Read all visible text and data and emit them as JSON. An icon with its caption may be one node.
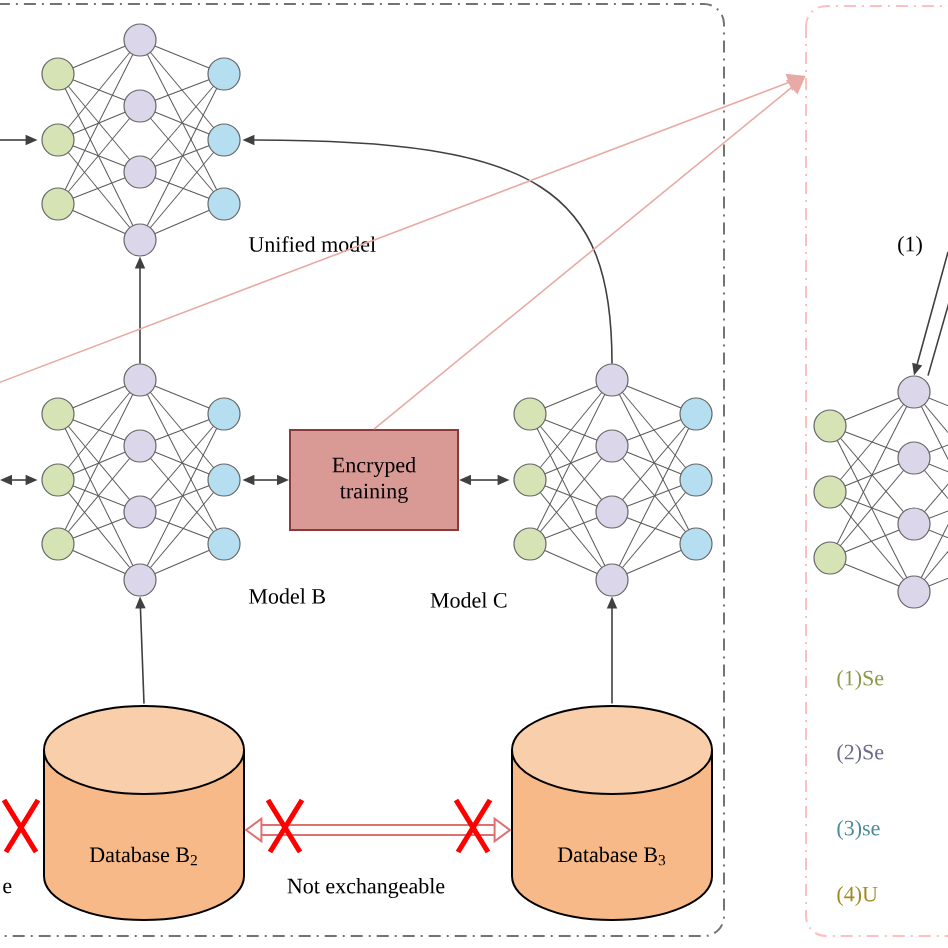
{
  "diagram": {
    "nodes": [
      {
        "text": [],
        "shape": "box"
      },
      {
        "text": [],
        "shape": "network",
        "in": 0,
        "beside": [
          "Unified model"
        ]
      },
      {
        "text": [],
        "shape": "network",
        "in": 0,
        "beside": [
          "Model B"
        ]
      },
      {
        "text": [
          "Encryped training"
        ],
        "in": 0
      },
      {
        "text": [],
        "shape": "network",
        "in": 0,
        "beside": [
          "Model C"
        ]
      },
      {
        "text": [
          "Database B$_{2}$"
        ],
        "in": 0
      },
      {
        "text": [
          "Database B$_{3}$"
        ],
        "in": 0
      },
      {
        "text": [
          "(1)Se",
          "(2)Se",
          "(3)se",
          "(4)U"
        ]
      },
      {
        "text": [],
        "shape": "network",
        "in": 7
      }
    ],
    "edges": [
      {
        "from": null,
        "to": 1,
        "arrow": "to"
      },
      {
        "from": 2,
        "to": 1,
        "arrow": "to"
      },
      {
        "from": 4,
        "to": 1,
        "arrow": "to"
      },
      {
        "from": null,
        "to": 2,
        "arrow": "both"
      },
      {
        "from": 2,
        "to": 3,
        "arrow": "both"
      },
      {
        "from": 3,
        "to": 4,
        "arrow": "both"
      },
      {
        "from": 5,
        "to": 2,
        "arrow": "to"
      },
      {
        "from": 6,
        "to": 4,
        "arrow": "to"
      },
      {
        "from": 5,
        "to": 6,
        "arrow": "both",
        "label": "Not exchangeable",
        "style": "thick",
        "color": "#e07070"
      },
      {
        "from": null,
        "to": 8,
        "arrow": "to",
        "label": "(1)"
      },
      {
        "from": null,
        "to": 8,
        "arrow": "none"
      },
      {
        "from": 0,
        "to": 7,
        "arrow": "to",
        "color": "#e8aaa4"
      },
      {
        "from": 3,
        "to": 7,
        "arrow": "to",
        "color": "#e8aaa4"
      }
    ],
    "labels": [
      "e"
    ]
  }
}
